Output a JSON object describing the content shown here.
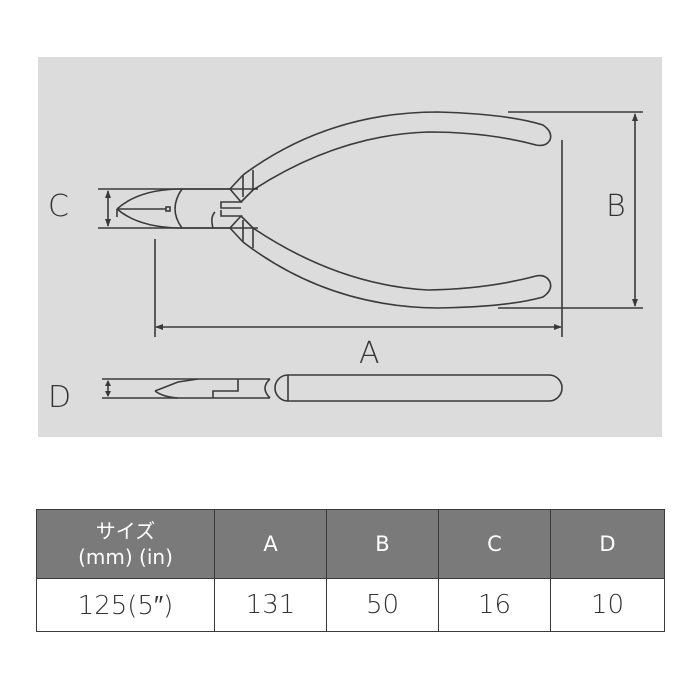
{
  "diagram": {
    "subject": "diagonal cutting pliers dimension drawing",
    "background_color": "#dcdcdc",
    "line_color": "#3a3a3a",
    "dimension_labels": {
      "A": "A",
      "B": "B",
      "C": "C",
      "D": "D"
    }
  },
  "table": {
    "header_bg": "#7a7a7a",
    "headers": {
      "size_line1": "サイズ",
      "size_line2": "(mm) (in)",
      "a": "A",
      "b": "B",
      "c": "C",
      "d": "D"
    },
    "rows": [
      {
        "size": "125(5″)",
        "a": "131",
        "b": "50",
        "c": "16",
        "d": "10"
      }
    ]
  }
}
